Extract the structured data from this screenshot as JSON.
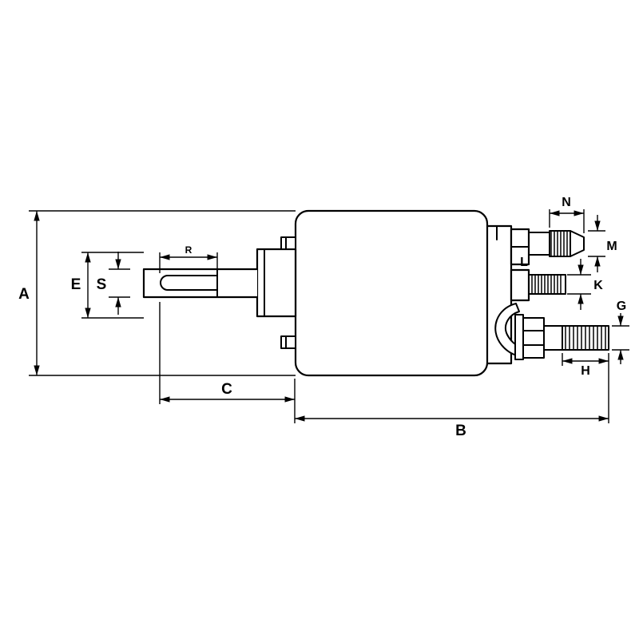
{
  "drawing": {
    "type": "technical-dimension-diagram",
    "background": "#ffffff",
    "line_color": "#000000",
    "labels": {
      "A": "A",
      "B": "B",
      "C": "C",
      "E": "E",
      "S": "S",
      "R": "R",
      "N": "N",
      "M": "M",
      "K": "K",
      "G": "G",
      "H": "H",
      "L": "L"
    }
  }
}
